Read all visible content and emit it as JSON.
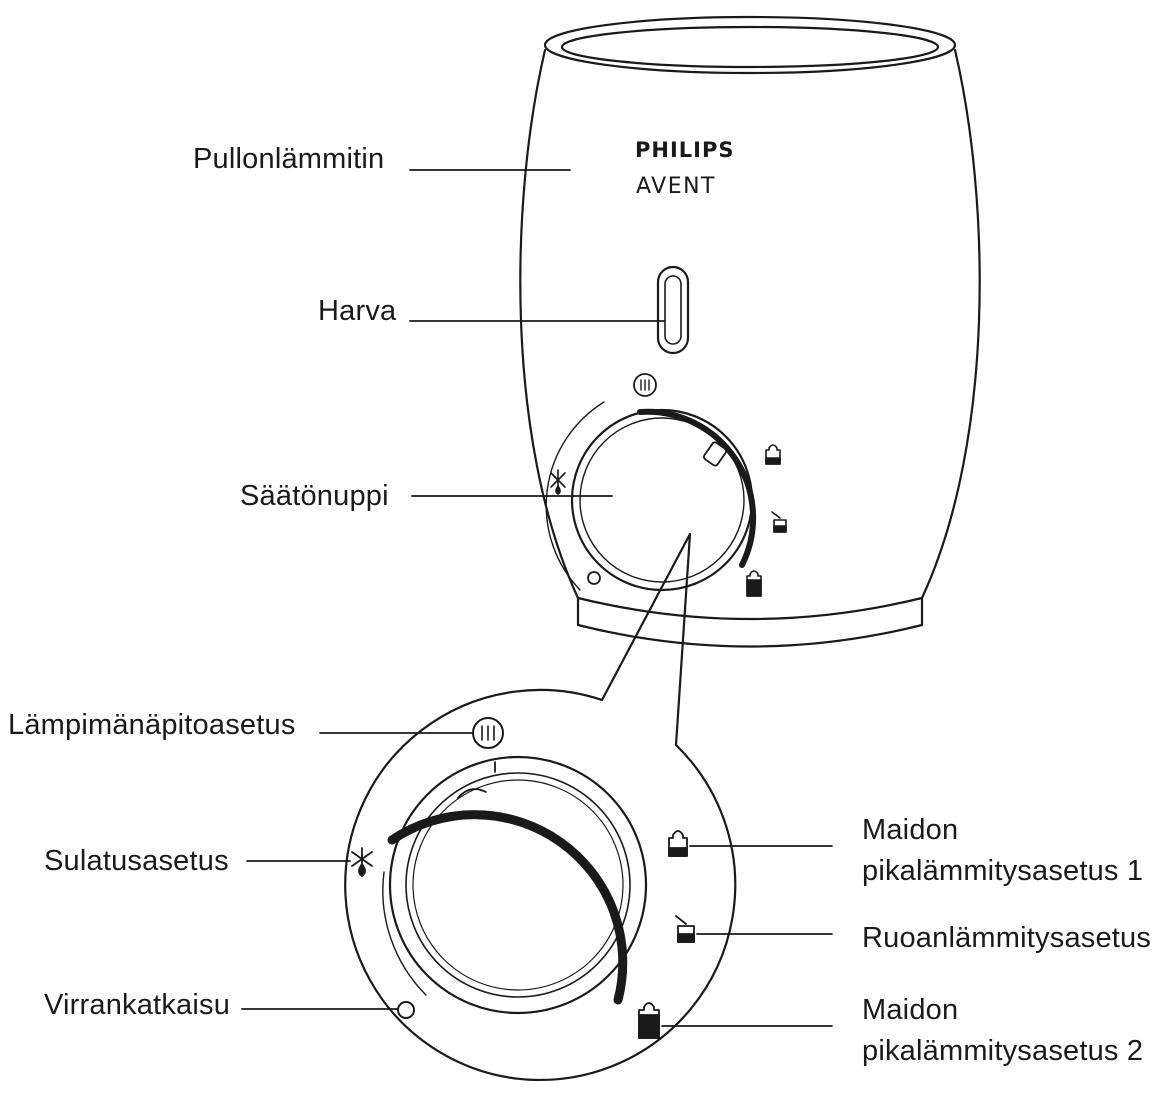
{
  "brand": {
    "line1": "PHILIPS",
    "line2": "AVENT"
  },
  "labels": {
    "bottle_warmer": "Pullonlämmitin",
    "ring": "Harva",
    "control_knob": "Säätönuppi",
    "keep_warm_setting": "Lämpimänäpitoasetus",
    "defrost_setting": "Sulatusasetus",
    "power_off": "Virrankatkaisu",
    "fast_milk_1_line1": "Maidon",
    "fast_milk_1_line2": "pikalämmitysasetus 1",
    "food_warming": "Ruoanlämmitysasetus",
    "fast_milk_2_line1": "Maidon",
    "fast_milk_2_line2": "pikalämmitysasetus 2"
  },
  "icons": [
    "keep-warm-icon",
    "defrost-icon",
    "power-off-icon",
    "milk-bottle-icon",
    "food-jar-icon",
    "milk-bottle-full-icon"
  ],
  "colors": {
    "line": "#1a1a1a",
    "background": "#ffffff"
  }
}
